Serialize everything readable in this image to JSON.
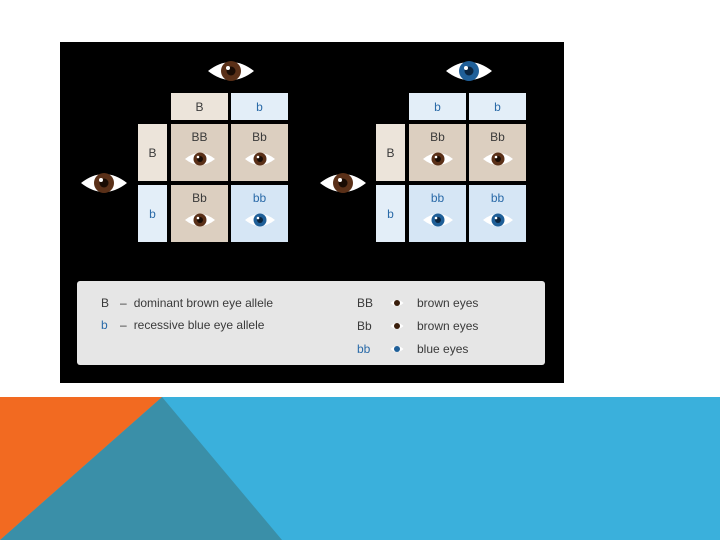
{
  "colors": {
    "figure_bg": "#000000",
    "brown_cell": "#dccfc0",
    "brown_cell_header": "#ece4da",
    "blue_cell": "#d6e6f5",
    "blue_cell_header": "#e3eef8",
    "brown_iris": "#5a3018",
    "blue_iris": "#1f5f98",
    "legend_bg": "#e6e6e6",
    "orange_accent": "#f26a21",
    "teal_accent": "#3a8fa8",
    "sky_accent": "#3ab0dc"
  },
  "left_square": {
    "parent_top_icon": "brown-eye-icon",
    "parent_left_icon": "brown-eye-icon",
    "col_headers": [
      "B",
      "b"
    ],
    "row_headers": [
      "B",
      "b"
    ],
    "cells": [
      {
        "genotype": "BB",
        "phenotype": "brown"
      },
      {
        "genotype": "Bb",
        "phenotype": "brown"
      },
      {
        "genotype": "Bb",
        "phenotype": "brown"
      },
      {
        "genotype": "bb",
        "phenotype": "blue"
      }
    ]
  },
  "right_square": {
    "parent_top_icon": "blue-eye-icon",
    "parent_left_icon": "brown-eye-icon",
    "col_headers": [
      "b",
      "b"
    ],
    "row_headers": [
      "B",
      "b"
    ],
    "cells": [
      {
        "genotype": "Bb",
        "phenotype": "brown"
      },
      {
        "genotype": "Bb",
        "phenotype": "brown"
      },
      {
        "genotype": "bb",
        "phenotype": "blue"
      },
      {
        "genotype": "bb",
        "phenotype": "blue"
      }
    ]
  },
  "legend": {
    "alleles": [
      {
        "symbol": "B",
        "dash": "–",
        "text": "dominant brown eye allele"
      },
      {
        "symbol": "b",
        "dash": "–",
        "text": "recessive blue eye allele"
      }
    ],
    "genotypes": [
      {
        "genotype": "BB",
        "phenotype": "brown eyes",
        "color": "brown"
      },
      {
        "genotype": "Bb",
        "phenotype": "brown eyes",
        "color": "brown"
      },
      {
        "genotype": "bb",
        "phenotype": "blue eyes",
        "color": "blue"
      }
    ]
  }
}
